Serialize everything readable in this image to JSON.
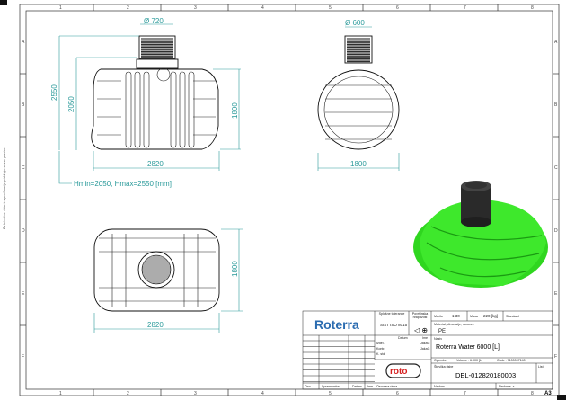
{
  "grid": {
    "columns": [
      "1",
      "2",
      "3",
      "4",
      "5",
      "6",
      "7",
      "8"
    ],
    "rows": [
      "A",
      "B",
      "C",
      "D",
      "E",
      "F"
    ]
  },
  "side_note": "Za tehnične risbe in specifikacije pridržujemo vse pravice",
  "front_view": {
    "dim_opening": "Ø 720",
    "dim_total_height": "2550",
    "dim_body_height": "2050",
    "dim_height": "1800",
    "dim_length": "2820",
    "note": "Hmin=2050, Hmax=2550 [mm]"
  },
  "side_view": {
    "dim_opening": "Ø 600",
    "dim_width": "1800"
  },
  "top_view": {
    "dim_width": "1800",
    "dim_length": "2820"
  },
  "colors": {
    "dimension": "#2a9a9a",
    "tank_green": "#33dd22",
    "brand_blue": "#2b6cb0",
    "roto_red": "#d62020"
  },
  "title_block": {
    "brand": "Roterra",
    "general_tolerance_label": "Splošne tolerance",
    "general_tolerance_value": "SIST ISO 8015",
    "surface_label": "Površinska hrapavost",
    "scale_label": "Merilo",
    "scale_value": "1:30",
    "mass_label": "Masa",
    "mass_value": "220 [kg]",
    "standard_label": "Standard",
    "material_label": "Material, dimenzije, surovec",
    "material_value": "PE",
    "date_label": "Datum",
    "name_label": "Ime",
    "drawn_label": "Izdel.",
    "checked_label": "Kontr.",
    "std_label": "K. std.",
    "drawn_name": "JakaG",
    "checked_name": "JakaG",
    "title_label": "Naziv",
    "title_value": "Roterra Water 6000 [L]",
    "notes_label": "Opombe",
    "volume": "Volume : 6.000 [L]",
    "code": "Code : 7100067140",
    "drawing_no_label": "Številka risbe",
    "drawing_no": "DEL-012820180003",
    "sheet_label": "List",
    "roto_logo": "roto",
    "rev_headers": [
      "Ozn.",
      "Sprememba",
      "Datum",
      "Ime",
      "Osnovna risba"
    ],
    "replaces_label": "Nadom.",
    "replaced_by_label": "Nadome. z",
    "format": "A3"
  }
}
